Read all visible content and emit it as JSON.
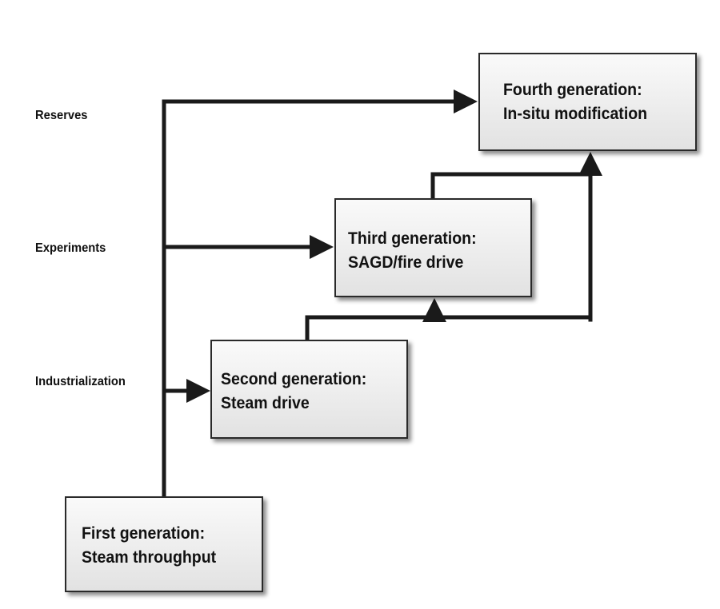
{
  "side_labels": {
    "reserves": "Reserves",
    "experiments": "Experiments",
    "industrialization": "Industrialization"
  },
  "boxes": {
    "first": {
      "line1": "First generation:",
      "line2": "Steam throughput"
    },
    "second": {
      "line1": "Second generation:",
      "line2": "Steam drive"
    },
    "third": {
      "line1": "Third generation:",
      "line2": "SAGD/fire drive"
    },
    "fourth": {
      "line1": "Fourth generation:",
      "line2": "In-situ modification"
    }
  },
  "colors": {
    "line": "#1a1a1a",
    "box_border": "#2a2a2a",
    "box_fill_top": "#fafafa",
    "box_fill_bottom": "#e2e2e2"
  }
}
